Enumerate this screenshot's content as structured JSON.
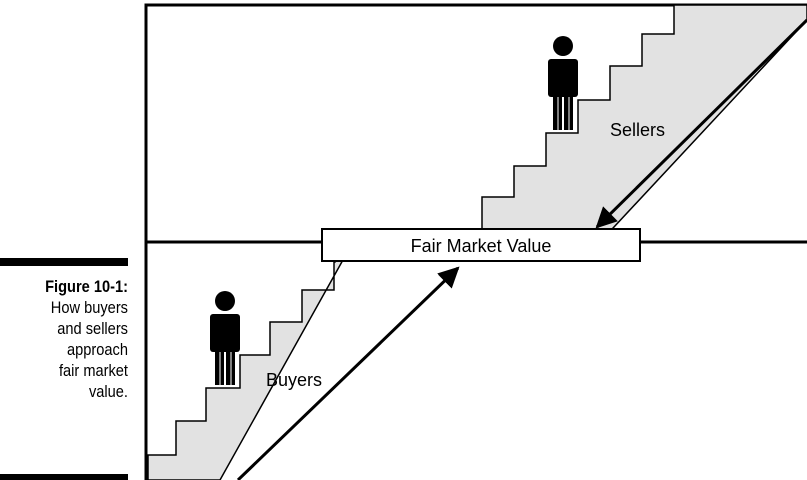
{
  "caption": {
    "figure_label": "Figure 10-1:",
    "lines": [
      "How buyers",
      "and sellers",
      "approach",
      "fair market",
      "value."
    ]
  },
  "diagram": {
    "center_label": "Fair Market Value",
    "upper_label": "Sellers",
    "lower_label": "Buyers"
  },
  "colors": {
    "stair_fill": "#e2e2e2",
    "ink": "#000000",
    "box_fill": "#ffffff"
  },
  "icons": [
    "person-icon",
    "arrow-icon"
  ]
}
